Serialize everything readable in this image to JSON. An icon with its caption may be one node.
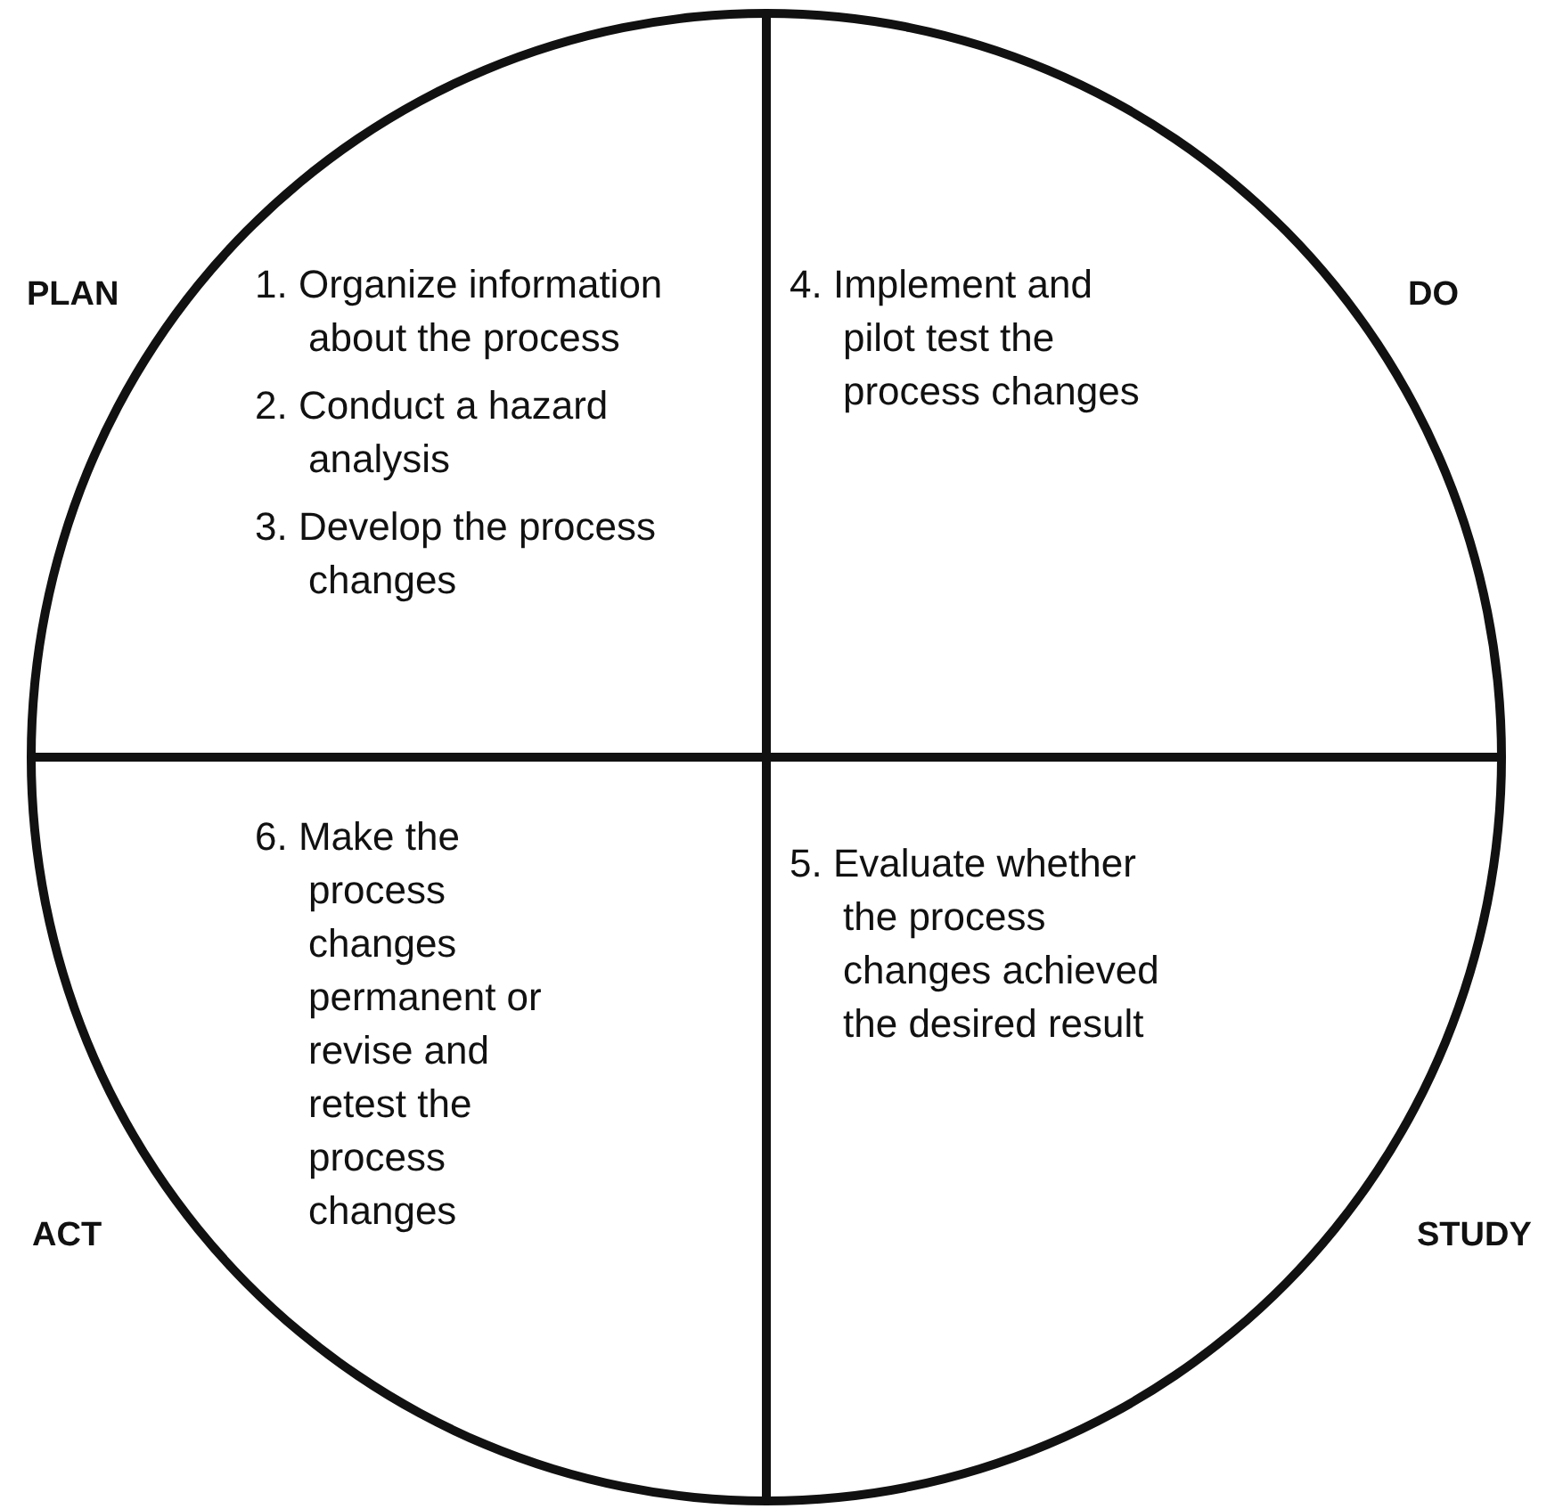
{
  "diagram": {
    "nodes": [
      {
        "text": [],
        "shape": "circle"
      },
      {
        "text": [
          "PLAN",
          "1. Organize information about the process",
          "2. Conduct a hazard analysis",
          "3. Develop the process changes"
        ],
        "in": 0
      },
      {
        "text": [
          "4. Implement and pilot test the process changes",
          "DO"
        ],
        "in": 0
      },
      {
        "text": [
          "6. Make the process changes permanent or revise and retest the process changes",
          "ACT"
        ],
        "in": 0
      },
      {
        "text": [
          "5. Evaluate whether the process changes achieved the desired result",
          "STUDY"
        ],
        "in": 0
      }
    ],
    "edges": []
  }
}
